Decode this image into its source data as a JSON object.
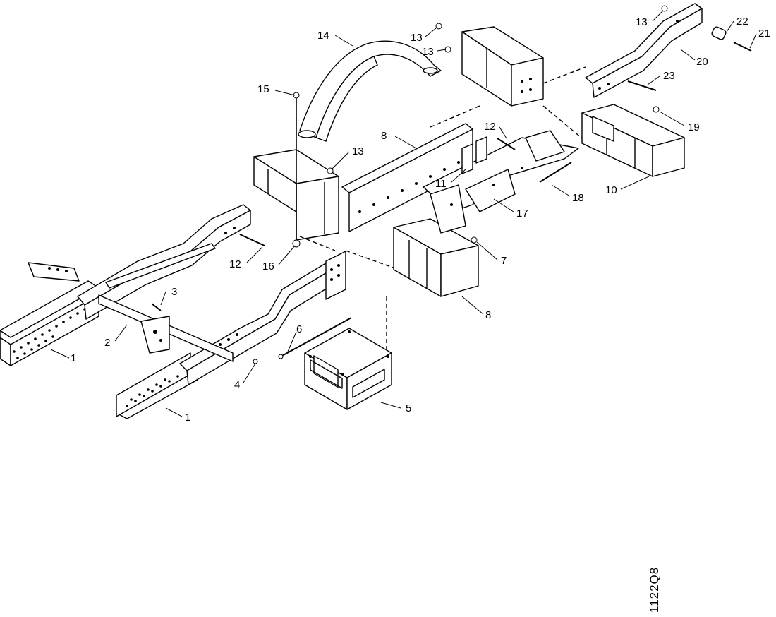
{
  "figure": {
    "figure_number": "1122Q8",
    "callouts": [
      {
        "id": "c1a",
        "text": "1"
      },
      {
        "id": "c1b",
        "text": "1"
      },
      {
        "id": "c2",
        "text": "2"
      },
      {
        "id": "c3",
        "text": "3"
      },
      {
        "id": "c4",
        "text": "4"
      },
      {
        "id": "c5",
        "text": "5"
      },
      {
        "id": "c6",
        "text": "6"
      },
      {
        "id": "c7",
        "text": "7"
      },
      {
        "id": "c8a",
        "text": "8"
      },
      {
        "id": "c8b",
        "text": "8"
      },
      {
        "id": "c10",
        "text": "10"
      },
      {
        "id": "c11",
        "text": "11"
      },
      {
        "id": "c12a",
        "text": "12"
      },
      {
        "id": "c12b",
        "text": "12"
      },
      {
        "id": "c13a",
        "text": "13"
      },
      {
        "id": "c13b",
        "text": "13"
      },
      {
        "id": "c13c",
        "text": "13"
      },
      {
        "id": "c13d",
        "text": "13"
      },
      {
        "id": "c14",
        "text": "14"
      },
      {
        "id": "c15",
        "text": "15"
      },
      {
        "id": "c16",
        "text": "16"
      },
      {
        "id": "c17",
        "text": "17"
      },
      {
        "id": "c18",
        "text": "18"
      },
      {
        "id": "c19",
        "text": "19"
      },
      {
        "id": "c20",
        "text": "20"
      },
      {
        "id": "c21",
        "text": "21"
      },
      {
        "id": "c22",
        "text": "22"
      },
      {
        "id": "c23",
        "text": "23"
      }
    ]
  }
}
